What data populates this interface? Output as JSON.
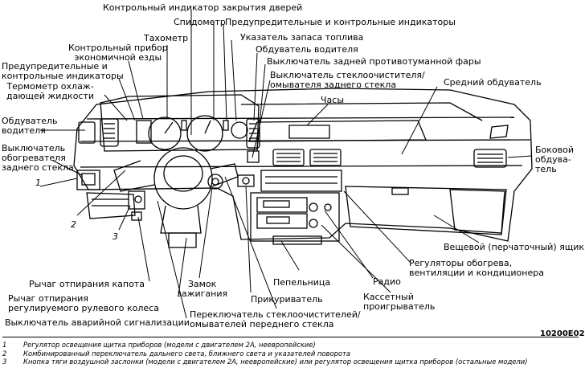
{
  "labels": {
    "door_ajar_indicator": "Контрольный индикатор закрытия дверей",
    "speedometer": "Спидометр",
    "warning_indicators_top": "Предупредительные и контрольные индикаторы",
    "tachometer": "Тахометр",
    "fuel_gauge": "Указатель запаса топлива",
    "economy_monitor_1": "Контрольный прибор",
    "economy_monitor_2": "экономичной езды",
    "driver_vent_right": "Обдуватель водителя",
    "warning_indicators_left_1": "Предупредительные и",
    "warning_indicators_left_2": "контрольные индикаторы",
    "rear_fog_switch": "Выключатель задней противотуманной фары",
    "coolant_temp_1": "Термометр охлаж-",
    "coolant_temp_2": "дающей жидкости",
    "rear_wiper_switch_1": "Выключатель стеклоочистителя/",
    "rear_wiper_switch_2": "омывателя заднего стекла",
    "center_vent": "Средний обдуватель",
    "clock": "Часы",
    "driver_vent_left_1": "Обдуватель",
    "driver_vent_left_2": "водителя",
    "rear_defroster_1": "Выключатель",
    "rear_defroster_2": "обогревателя",
    "rear_defroster_3": "заднего стекла",
    "side_vent_1": "Боковой",
    "side_vent_2": "обдува-",
    "side_vent_3": "тель",
    "num_1": "1",
    "num_2": "2",
    "num_3": "3",
    "glove_box": "Вещевой (перчаточный) ящик",
    "hvac_controls_1": "Регуляторы обогрева,",
    "hvac_controls_2": "вентиляции и кондиционера",
    "hood_release": "Рычаг отпирания капота",
    "ignition_1": "Замок",
    "ignition_2": "зажигания",
    "ashtray": "Пепельница",
    "radio": "Радио",
    "tilt_release_1": "Рычаг отпирания",
    "tilt_release_2": "регулируемого рулевого колеса",
    "cigarette_lighter": "Прикуриватель",
    "cassette_1": "Кассетный",
    "cassette_2": "проигрыватель",
    "hazard_switch": "Выключатель аварийной сигнализации",
    "front_wiper_1": "Переключатель стеклоочистителей/",
    "front_wiper_2": "омывателей переднего стекла"
  },
  "figure_code": "10200E02",
  "notes": [
    {
      "num": "1",
      "text": "Регулятор освещения щитка приборов (модели с двигателем 2А, неевропейские)"
    },
    {
      "num": "2",
      "text": "Комбинированный переключатель дальнего света, ближнего света и указателей поворота"
    },
    {
      "num": "3",
      "text": "Кнопка тяги воздушной заслонки (модели с двигателем 2А, неевропейские) или регулятор освещения щитка приборов (остальные модели)"
    }
  ]
}
